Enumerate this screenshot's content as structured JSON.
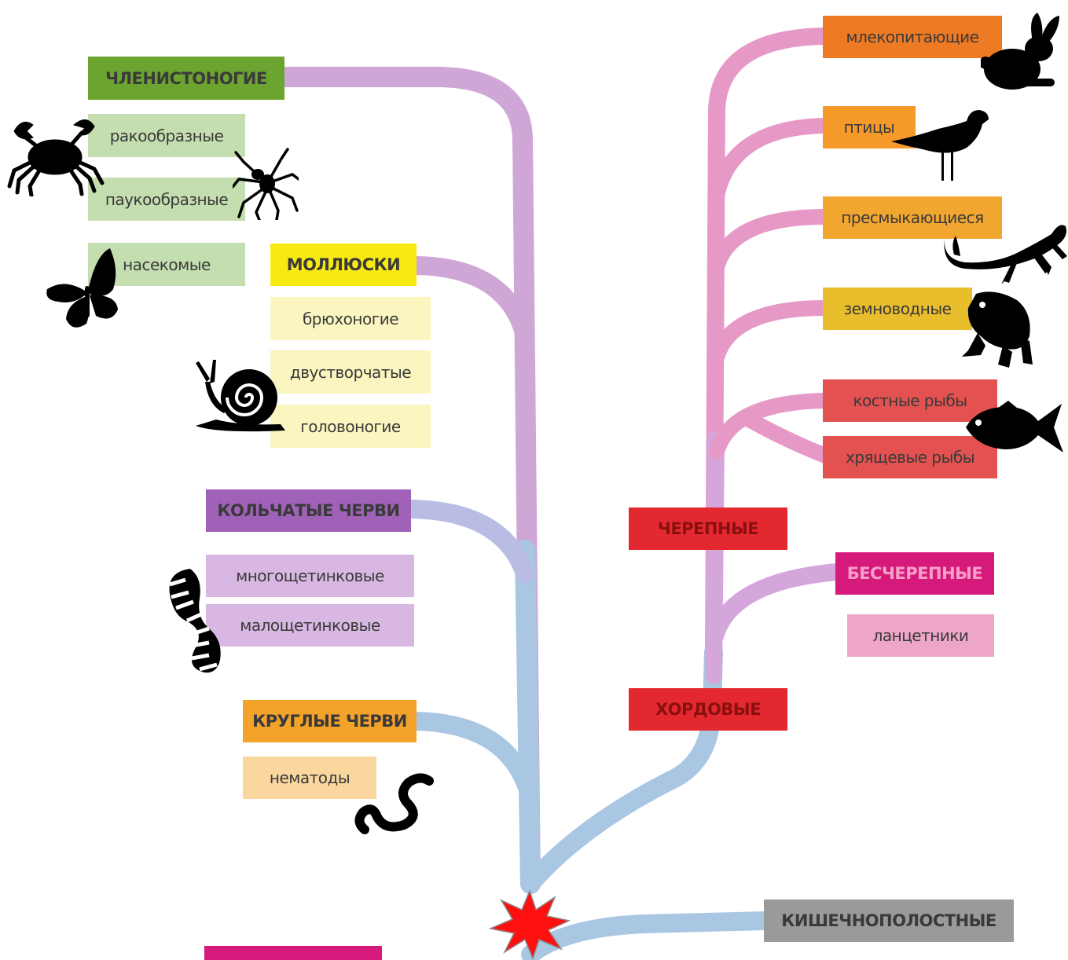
{
  "colors": {
    "arthropods": "#6ba52f",
    "arthropods_sub": "#c5deb0",
    "mollusks": "#f8ea10",
    "mollusks_sub": "#fbf6c0",
    "annelids": "#a062b8",
    "annelids_sub": "#d8b8e2",
    "roundworms": "#f3a22a",
    "roundworms_sub": "#f9d79f",
    "mammals": "#ef7a24",
    "birds": "#f59a2a",
    "reptiles": "#f1a630",
    "amphibians": "#e9be2c",
    "fish": "#e35150",
    "craniates": "#e42830",
    "acraniates": "#d61a7c",
    "acraniates_sub": "#eea6c8",
    "chordates": "#e42830",
    "coelenterates": "#9a9a9a",
    "branch_lilac": "#cfa7d6",
    "branch_blue": "#a9c6e3",
    "branch_pink": "#e699c6",
    "star": "#ff1010"
  },
  "labels": {
    "arthropods": "ЧЛЕНИСТОНОГИЕ",
    "crustaceans": "ракообразные",
    "arachnids": "паукообразные",
    "insects": "насекомые",
    "mollusks": "МОЛЛЮСКИ",
    "gastropods": "брюхоногие",
    "bivalves": "двустворчатые",
    "cephalopods": "головоногие",
    "annelids": "КОЛЬЧАТЫЕ ЧЕРВИ",
    "polychaetes": "многощетинковые",
    "oligochaetes": "малощетинковые",
    "roundworms": "КРУГЛЫЕ ЧЕРВИ",
    "nematodes": "нематоды",
    "mammals": "млекопитающие",
    "birds": "птицы",
    "reptiles": "пресмыкающиеся",
    "amphibians": "земноводные",
    "bony_fish": "костные рыбы",
    "cartilaginous_fish": "хрящевые рыбы",
    "craniates": "ЧЕРЕПНЫЕ",
    "acraniates": "БЕСЧЕРЕПНЫЕ",
    "lancelets": "ланцетники",
    "chordates": "ХОРДОВЫЕ",
    "coelenterates": "КИШЕЧНОПОЛОСТНЫЕ"
  },
  "icons": [
    "crab-icon",
    "spider-icon",
    "butterfly-icon",
    "snail-icon",
    "earthworm-icon",
    "nematode-icon",
    "rabbit-icon",
    "bird-icon",
    "lizard-icon",
    "frog-icon",
    "fish-icon",
    "origin-star-icon"
  ]
}
